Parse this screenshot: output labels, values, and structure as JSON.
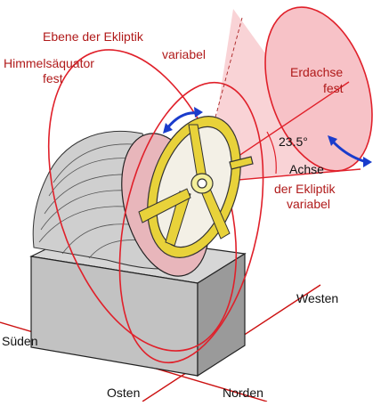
{
  "labels": {
    "ecliptic_plane": "Ebene der Ekliptik",
    "ecliptic_variable": "variabel",
    "celestial_equator": "Himmelsäquator",
    "celestial_fixed": "fest",
    "earth_axis": "Erdachse",
    "earth_axis_fixed": "fest",
    "angle": "23.5°",
    "axis_word": "Achse",
    "ecliptic_axis": "der Ekliptik",
    "ecliptic_axis_variable": "variabel",
    "west": "Westen",
    "south": "Süden",
    "east": "Osten",
    "north": "Norden"
  },
  "colors": {
    "red_lines": "#e0202a",
    "cone_fill": "#f8c8cc",
    "text_red": "#b01a1a",
    "wheel_gold": "#e8d23a",
    "rotation_arrows": "#1a3ccc",
    "pedestal_gray": "#c8c8c8"
  }
}
